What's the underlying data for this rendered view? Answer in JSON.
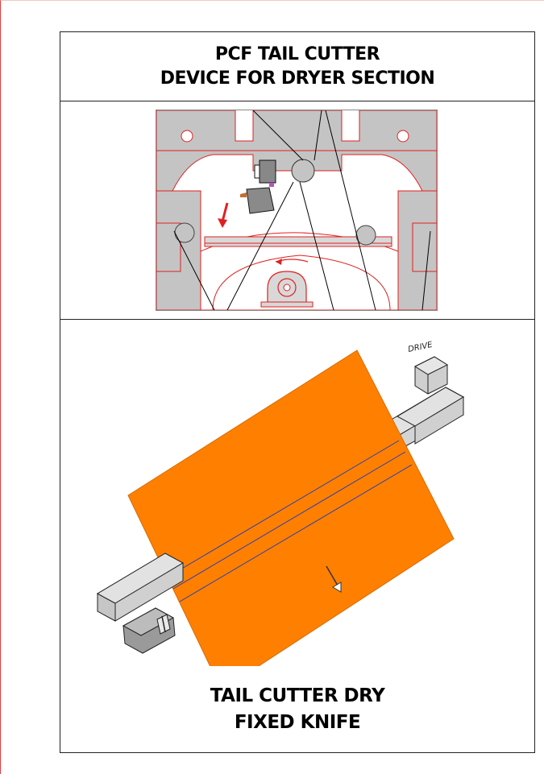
{
  "header": {
    "title_line1": "PCF TAIL CUTTER",
    "title_line2": "DEVICE FOR DRYER SECTION"
  },
  "drawing": {
    "drive_label": "DRIVE",
    "web_color": "#ff8000",
    "beam_color": "#d4d4d4",
    "section_line_color": "#e02020"
  },
  "footer": {
    "caption_line1": "TAIL CUTTER DRY",
    "caption_line2": "FIXED KNIFE"
  }
}
